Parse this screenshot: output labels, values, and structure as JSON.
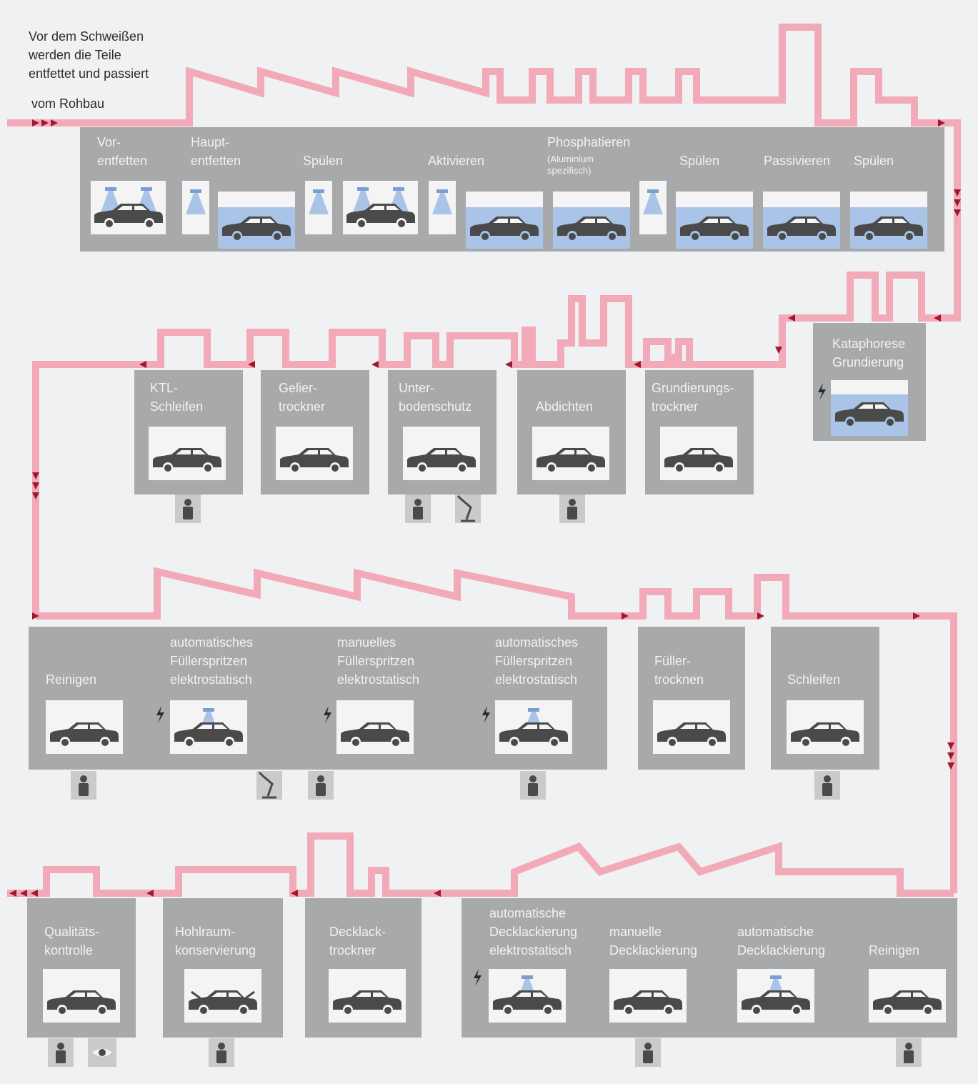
{
  "intro": {
    "line1": "Vor dem Schweißen",
    "line2": "werden die Teile",
    "line3": "entfettet und passiert",
    "start": "vom Rohbau"
  },
  "row1": {
    "s1": {
      "l1": "Vor-",
      "l2": "entfetten"
    },
    "s2": {
      "l1": "Haupt-",
      "l2": "entfetten"
    },
    "s3": {
      "l1": "Spülen"
    },
    "s4": {
      "l1": "Aktivieren"
    },
    "s5": {
      "l1": "Phosphatieren",
      "l2": "(Aluminium",
      "l3": "spezifisch)"
    },
    "s6": {
      "l1": "Spülen"
    },
    "s7": {
      "l1": "Passivieren"
    },
    "s8": {
      "l1": "Spülen"
    }
  },
  "kata": {
    "l1": "Kataphorese",
    "l2": "Grundierung"
  },
  "row2": {
    "s1": {
      "l1": "KTL-",
      "l2": "Schleifen"
    },
    "s2": {
      "l1": "Gelier-",
      "l2": "trockner"
    },
    "s3": {
      "l1": "Unter-",
      "l2": "bodenschutz"
    },
    "s4": {
      "l1": "Abdichten"
    },
    "s5": {
      "l1": "Grundierungs-",
      "l2": "trockner"
    }
  },
  "row3": {
    "s1": {
      "l1": "Reinigen"
    },
    "s2": {
      "l1": "automatisches",
      "l2": "Füllerspritzen",
      "l3": "elektrostatisch"
    },
    "s3": {
      "l1": "manuelles",
      "l2": "Füllerspritzen",
      "l3": "elektrostatisch"
    },
    "s4": {
      "l1": "automatisches",
      "l2": "Füllerspritzen",
      "l3": "elektrostatisch"
    },
    "s5": {
      "l1": "Füller-",
      "l2": "trocknen"
    },
    "s6": {
      "l1": "Schleifen"
    }
  },
  "row4": {
    "s1": {
      "l1": "Qualitäts-",
      "l2": "kontrolle"
    },
    "s2": {
      "l1": "Hohlraum-",
      "l2": "konservierung"
    },
    "s3": {
      "l1": "Decklack-",
      "l2": "trockner"
    },
    "s4": {
      "l1": "automatische",
      "l2": "Decklackierung",
      "l3": "elektrostatisch"
    },
    "s5": {
      "l1": "manuelle",
      "l2": "Decklackierung"
    },
    "s6": {
      "l1": "automatische",
      "l2": "Decklackierung"
    },
    "s7": {
      "l1": "Reinigen"
    }
  },
  "colors": {
    "path": "#f2a9b8",
    "arrow": "#a0182d",
    "box": "#a7a9ab",
    "panel": "#f4f4f4",
    "liquid": "#a9c4e6",
    "car": "#4a4a4a",
    "icon_bg": "#c9cacc"
  },
  "icons": [
    "car-icon",
    "spray-nozzle-icon",
    "dip-bath-icon",
    "worker-icon",
    "robot-icon",
    "eye-icon",
    "lightning-icon",
    "flow-arrow-icon"
  ]
}
